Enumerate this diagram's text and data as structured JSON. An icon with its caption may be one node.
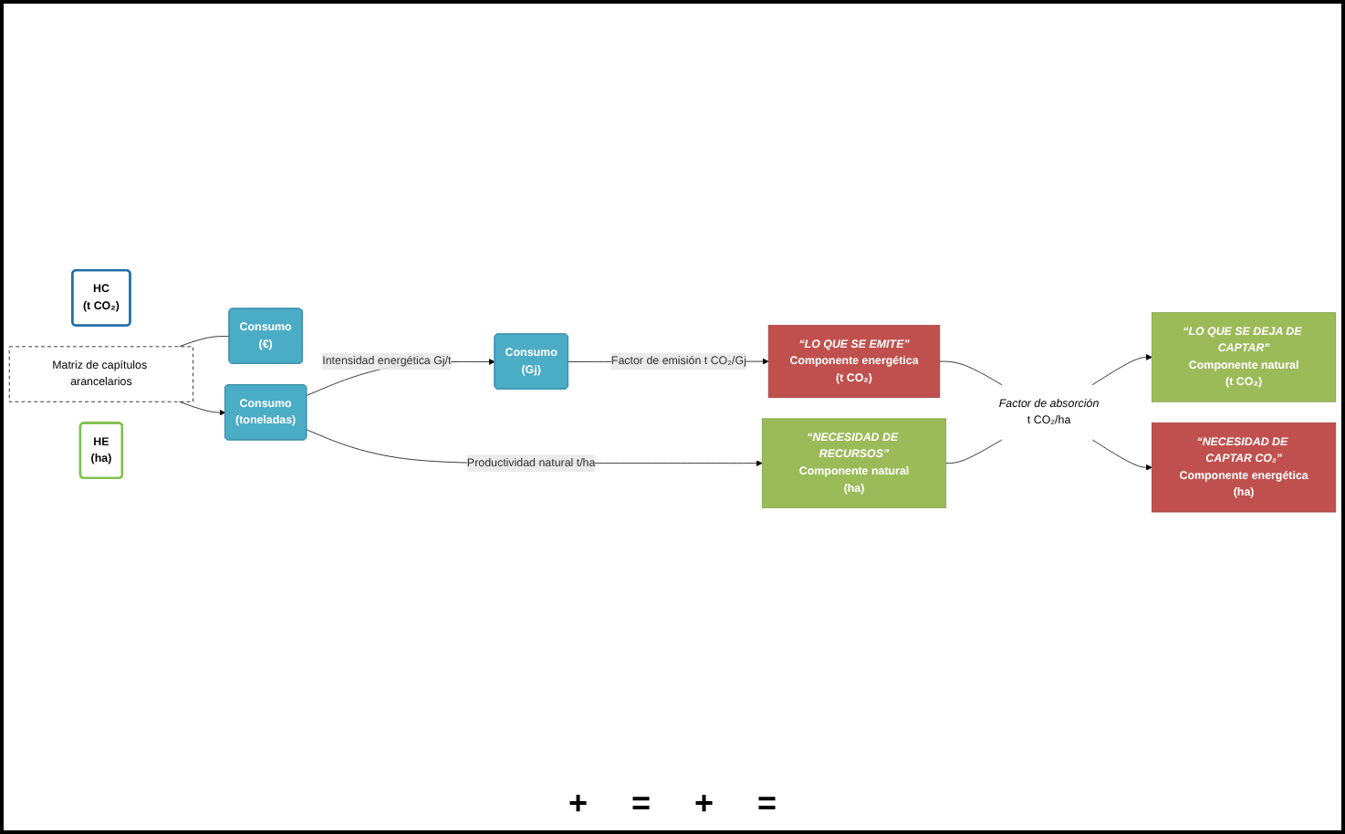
{
  "diagram": {
    "nodes": [
      {
        "text": [
          "Consumo",
          "(Gj)"
        ]
      },
      {
        "text": [
          "“LO QUE SE EMITE”",
          "Componente energética",
          "(t CO₂)"
        ]
      },
      {
        "text": [
          "“LO QUE SE DEJA DE CAPTAR”",
          "Componente natural",
          "(t CO₂)"
        ]
      },
      {
        "text": [
          "HC",
          "(t CO₂)"
        ]
      },
      {
        "text": [
          "Matriz de capítulos arancelarios"
        ]
      },
      {
        "text": [
          "Consumo",
          "(€)"
        ]
      },
      {
        "text": [
          "Consumo",
          "(toneladas)"
        ]
      },
      {
        "text": [
          "“NECESIDAD DE RECURSOS”",
          "Componente natural",
          "(ha)"
        ]
      },
      {
        "text": [
          "“NECESIDAD DE CAPTAR CO₂”",
          "Componente energética",
          "(ha)"
        ]
      },
      {
        "text": [
          "HE",
          "(ha)"
        ]
      },
      {
        "text": [
          "Factor de absorción",
          "t CO₂/ha"
        ]
      }
    ],
    "edges": [
      {
        "from": 0,
        "to": 1,
        "arrow": "to",
        "label": "Factor de emisión t CO₂/Gj"
      },
      {
        "from": 6,
        "to": 0,
        "arrow": "to",
        "label": "Intensidad energética Gj/t"
      },
      {
        "from": 4,
        "to": 5,
        "arrow": "none"
      },
      {
        "from": 4,
        "to": 6,
        "arrow": "to"
      },
      {
        "from": 6,
        "to": 7,
        "arrow": "to",
        "label": "Productividad natural t/ha"
      },
      {
        "from": 1,
        "to": 10,
        "arrow": "none"
      },
      {
        "from": 7,
        "to": 10,
        "arrow": "none"
      },
      {
        "from": 10,
        "to": 2,
        "arrow": "to"
      },
      {
        "from": 10,
        "to": 8,
        "arrow": "to"
      }
    ],
    "labels": [
      "+",
      "=",
      "+",
      "="
    ]
  }
}
